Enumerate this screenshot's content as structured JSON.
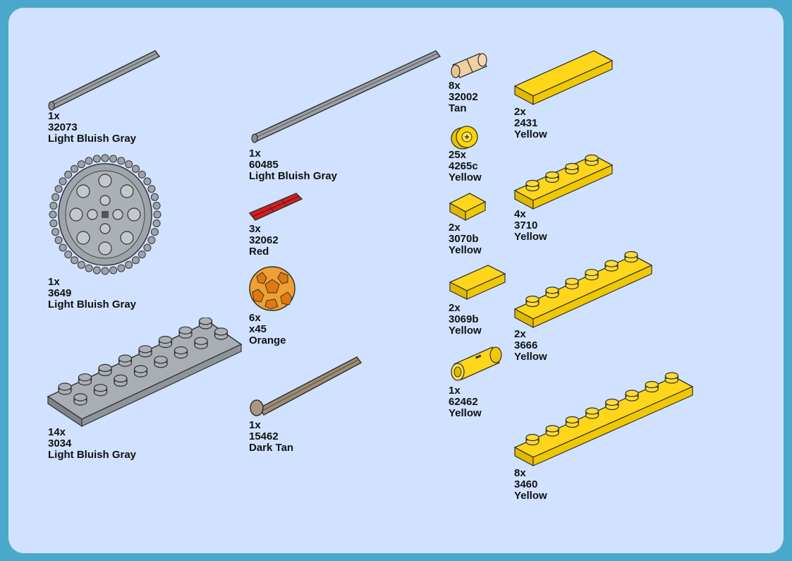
{
  "parts": [
    {
      "id": "p1",
      "qty": "1x",
      "code": "32073",
      "color": "Light Bluish Gray"
    },
    {
      "id": "p2",
      "qty": "1x",
      "code": "3649",
      "color": "Light Bluish Gray"
    },
    {
      "id": "p3",
      "qty": "14x",
      "code": "3034",
      "color": "Light Bluish Gray"
    },
    {
      "id": "p4",
      "qty": "1x",
      "code": "60485",
      "color": "Light Bluish Gray"
    },
    {
      "id": "p5",
      "qty": "3x",
      "code": "32062",
      "color": "Red"
    },
    {
      "id": "p6",
      "qty": "6x",
      "code": "x45",
      "color": "Orange"
    },
    {
      "id": "p7",
      "qty": "1x",
      "code": "15462",
      "color": "Dark Tan"
    },
    {
      "id": "p8",
      "qty": "8x",
      "code": "32002",
      "color": "Tan"
    },
    {
      "id": "p9",
      "qty": "25x",
      "code": "4265c",
      "color": "Yellow"
    },
    {
      "id": "p10",
      "qty": "2x",
      "code": "3070b",
      "color": "Yellow"
    },
    {
      "id": "p11",
      "qty": "2x",
      "code": "3069b",
      "color": "Yellow"
    },
    {
      "id": "p12",
      "qty": "1x",
      "code": "62462",
      "color": "Yellow"
    },
    {
      "id": "p13",
      "qty": "2x",
      "code": "2431",
      "color": "Yellow"
    },
    {
      "id": "p14",
      "qty": "4x",
      "code": "3710",
      "color": "Yellow"
    },
    {
      "id": "p15",
      "qty": "2x",
      "code": "3666",
      "color": "Yellow"
    },
    {
      "id": "p16",
      "qty": "8x",
      "code": "3460",
      "color": "Yellow"
    }
  ]
}
